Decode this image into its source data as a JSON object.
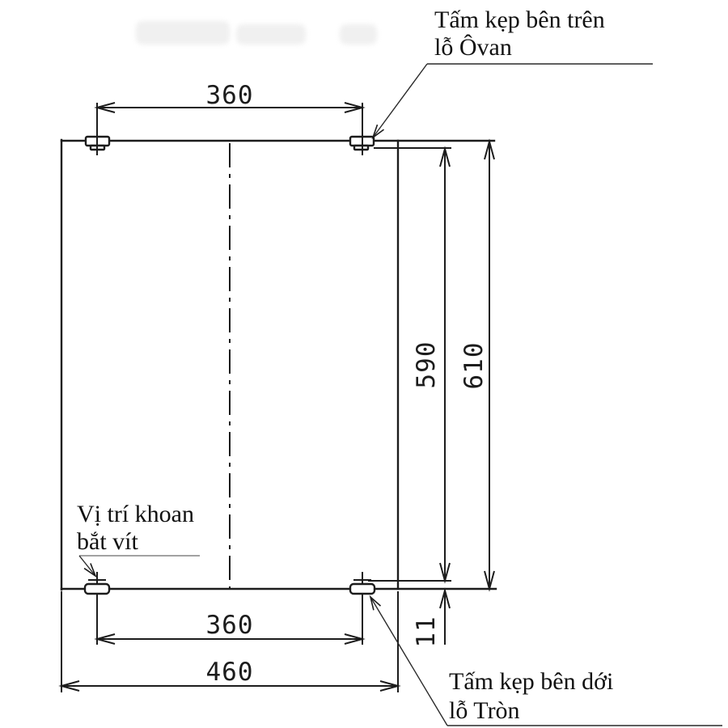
{
  "drawing": {
    "annotations": {
      "top_clip": {
        "line1": "Tấm kẹp bên trên",
        "line2": "lỗ Ôvan"
      },
      "screw_position": {
        "line1": "Vị trí khoan",
        "line2": "bắt vít"
      },
      "bottom_clip": {
        "line1": "Tấm kẹp bên dới",
        "line2": "lỗ Tròn"
      }
    },
    "dimensions": {
      "top_hole_spacing": "360",
      "hole_vertical_spacing": "590",
      "overall_height": "610",
      "bottom_edge_offset": "11",
      "bottom_hole_spacing": "360",
      "overall_width": "460"
    },
    "colors": {
      "line": "#1c1c1c",
      "background": "#ffffff"
    }
  }
}
